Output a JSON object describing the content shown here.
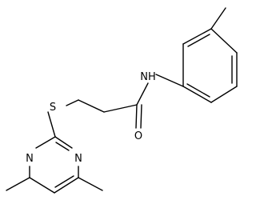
{
  "molecule": {
    "atoms": {
      "sulfur": "S",
      "amide_nitrogen": "NH",
      "carbonyl_oxygen": "O",
      "ring_nitrogen_top": "N",
      "ring_nitrogen_bottom": "N"
    }
  }
}
